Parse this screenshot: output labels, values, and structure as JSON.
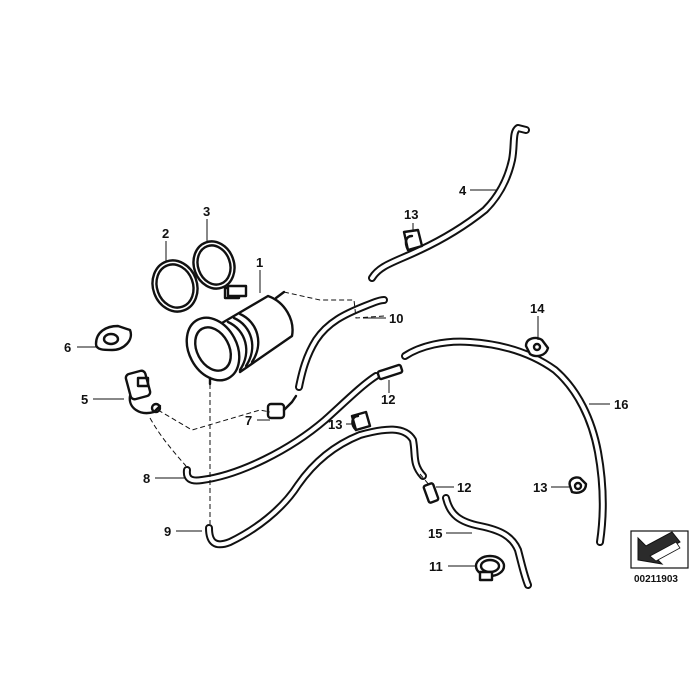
{
  "diagram": {
    "reference_code": "00211903",
    "colors": {
      "ink": "#111111",
      "background": "#ffffff",
      "badge_fill": "#2b2b2b"
    },
    "callouts": [
      {
        "id": "c1",
        "label": "1"
      },
      {
        "id": "c2",
        "label": "2"
      },
      {
        "id": "c3",
        "label": "3"
      },
      {
        "id": "c4",
        "label": "4"
      },
      {
        "id": "c5",
        "label": "5"
      },
      {
        "id": "c6",
        "label": "6"
      },
      {
        "id": "c7",
        "label": "7"
      },
      {
        "id": "c8",
        "label": "8"
      },
      {
        "id": "c9",
        "label": "9"
      },
      {
        "id": "c10",
        "label": "10"
      },
      {
        "id": "c11",
        "label": "11"
      },
      {
        "id": "c12a",
        "label": "12"
      },
      {
        "id": "c12b",
        "label": "12"
      },
      {
        "id": "c13a",
        "label": "13"
      },
      {
        "id": "c13b",
        "label": "13"
      },
      {
        "id": "c13c",
        "label": "13"
      },
      {
        "id": "c14",
        "label": "14"
      },
      {
        "id": "c15",
        "label": "15"
      },
      {
        "id": "c16",
        "label": "16"
      }
    ]
  }
}
